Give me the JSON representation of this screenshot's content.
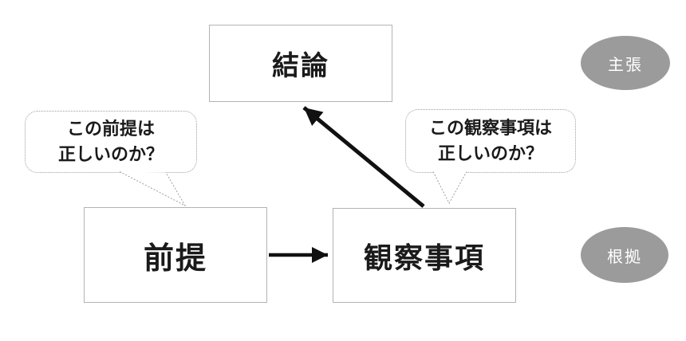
{
  "diagram": {
    "boxes": {
      "conclusion": {
        "label": "結論"
      },
      "premise": {
        "label": "前提"
      },
      "observation": {
        "label": "観察事項"
      }
    },
    "bubbles": {
      "premise_question": {
        "line1": "この前提は",
        "line2": "正しいのか？"
      },
      "observation_question": {
        "line1": "この観察事項は",
        "line2": "正しいのか？"
      }
    },
    "badges": {
      "claim": {
        "label": "主張"
      },
      "grounds": {
        "label": "根拠"
      }
    },
    "edges": [
      {
        "from": "前提",
        "to": "観察事項"
      },
      {
        "from": "観察事項",
        "to": "結論"
      }
    ],
    "colors": {
      "background": "#ffffff",
      "box_border": "#b3b3b3",
      "bubble_border": "#9e9e9e",
      "arrow": "#111111",
      "badge_fill": "#9b9b9b",
      "badge_text": "#ffffff",
      "text": "#1a1a1a"
    }
  }
}
